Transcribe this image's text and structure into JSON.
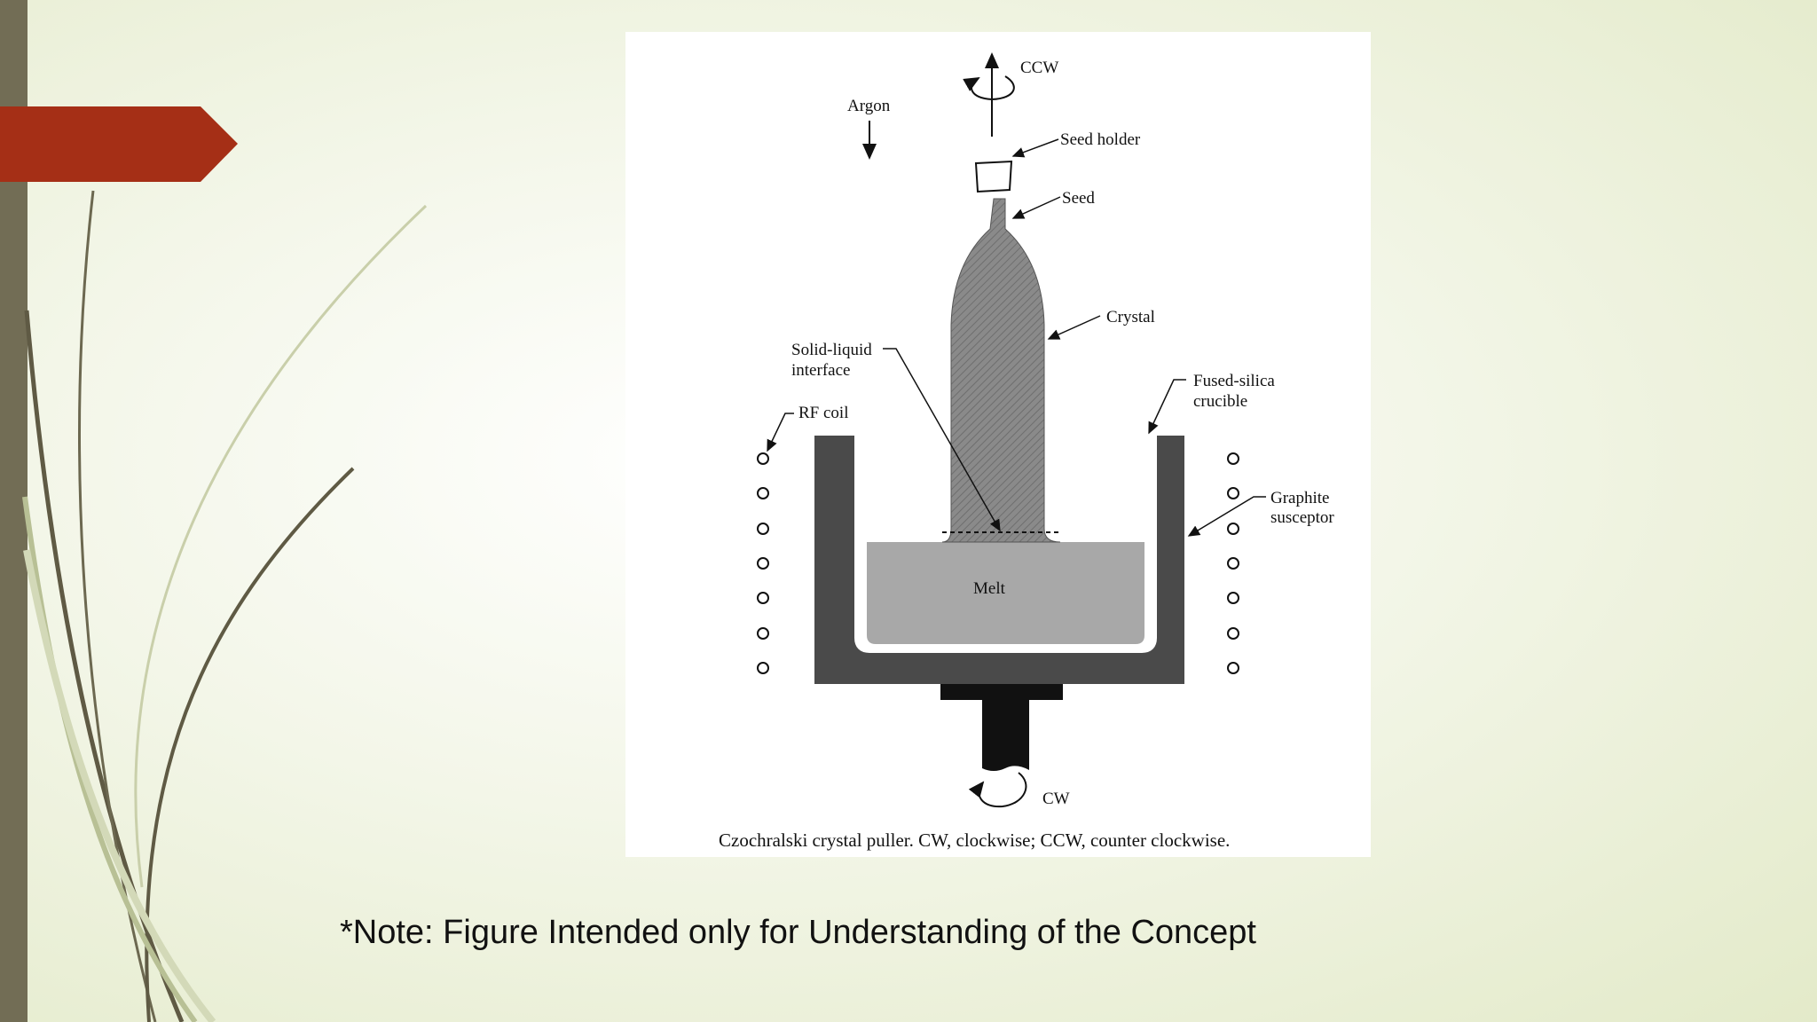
{
  "figure": {
    "labels": {
      "ccw": "CCW",
      "argon": "Argon",
      "seed_holder": "Seed holder",
      "seed": "Seed",
      "crystal": "Crystal",
      "solid_liquid_line1": "Solid-liquid",
      "solid_liquid_line2": "interface",
      "fused_silica_line1": "Fused-silica",
      "fused_silica_line2": "crucible",
      "rf_coil": "RF coil",
      "graphite_line1": "Graphite",
      "graphite_line2": "susceptor",
      "melt": "Melt",
      "cw": "CW"
    },
    "caption": "Czochralski crystal puller. CW, clockwise; CCW, counter clockwise."
  },
  "note": "*Note: Figure Intended only for Understanding of the Concept",
  "colors": {
    "accent_tab": "#a52f16",
    "side_bar": "#726d55",
    "susceptor": "#4a4a4a",
    "melt": "#a8a8a8",
    "crystal": "#7a7a7a"
  }
}
